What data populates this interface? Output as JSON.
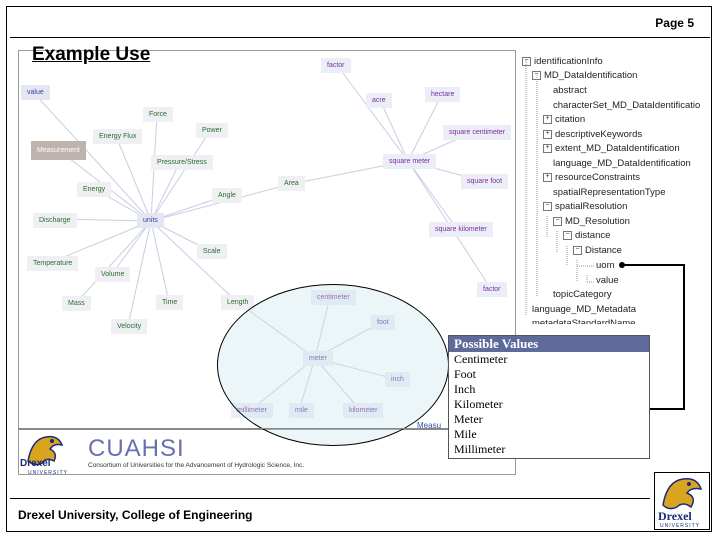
{
  "page_number": "Page 5",
  "title": "Example Use",
  "footer": "Drexel University, College of Engineering",
  "graph_nodes": {
    "value": "value",
    "measurement": "Measurement",
    "energy_flux": "Energy Flux",
    "force": "Force",
    "power": "Power",
    "pressure_stress": "Pressure/Stress",
    "energy": "Energy",
    "discharge": "Discharge",
    "units": "units",
    "angle": "Angle",
    "area": "Area",
    "scale": "Scale",
    "temperature": "Temperature",
    "volume": "Volume",
    "mass": "Mass",
    "time": "Time",
    "length": "Length",
    "velocity": "Velocity",
    "factor_top": "factor",
    "acre": "acre",
    "hectare": "hectare",
    "square_centimeter": "square centimeter",
    "square_meter": "square meter",
    "square_foot": "square foot",
    "square_kilometer": "square kilometer",
    "factor_right": "factor",
    "centimeter": "centimeter",
    "foot": "foot",
    "meter": "meter",
    "inch": "inch",
    "millimeter": "millimeter",
    "mile": "mile",
    "kilometer": "kilometer",
    "measu_partial": "Measu"
  },
  "tree": [
    {
      "label": "identificationInfo",
      "expander": "−"
    },
    {
      "label": "MD_DataIdentification",
      "expander": "−"
    },
    {
      "label": "abstract",
      "expander": ""
    },
    {
      "label": "characterSet_MD_DataIdentificatio",
      "expander": ""
    },
    {
      "label": "citation",
      "expander": "+"
    },
    {
      "label": "descriptiveKeywords",
      "expander": "+"
    },
    {
      "label": "extent_MD_DataIdentification",
      "expander": "+"
    },
    {
      "label": "language_MD_DataIdentification",
      "expander": ""
    },
    {
      "label": "resourceConstraints",
      "expander": "+"
    },
    {
      "label": "spatialRepresentationType",
      "expander": ""
    },
    {
      "label": "spatialResolution",
      "expander": "−"
    },
    {
      "label": "MD_Resolution",
      "expander": "−"
    },
    {
      "label": "distance",
      "expander": "−"
    },
    {
      "label": "Distance",
      "expander": "−"
    },
    {
      "label": "uom",
      "expander": ""
    },
    {
      "label": "value",
      "expander": ""
    },
    {
      "label": "topicCategory",
      "expander": ""
    },
    {
      "label": "language_MD_Metadata",
      "expander": ""
    },
    {
      "label": "metadataStandardName",
      "expander": ""
    }
  ],
  "possible_values": {
    "header": "Possible Values",
    "items": [
      "Centimeter",
      "Foot",
      "Inch",
      "Kilometer",
      "Meter",
      "Mile",
      "Millimeter"
    ]
  },
  "cuahsi": {
    "name": "CUAHSI",
    "subtitle": "Consortium of Universities for the Advancement of Hydrologic Science, Inc.",
    "drexel": "Drexel",
    "university": "UNIVERSITY"
  },
  "drexel_logo": {
    "drexel": "Drexel",
    "university": "UNIVERSITY"
  },
  "colors": {
    "accent_header": "#5d6a9a",
    "cuahsi_blue": "#6a6fb0",
    "node_green": "#2c6b2c",
    "node_purple": "#7a2ca0"
  }
}
